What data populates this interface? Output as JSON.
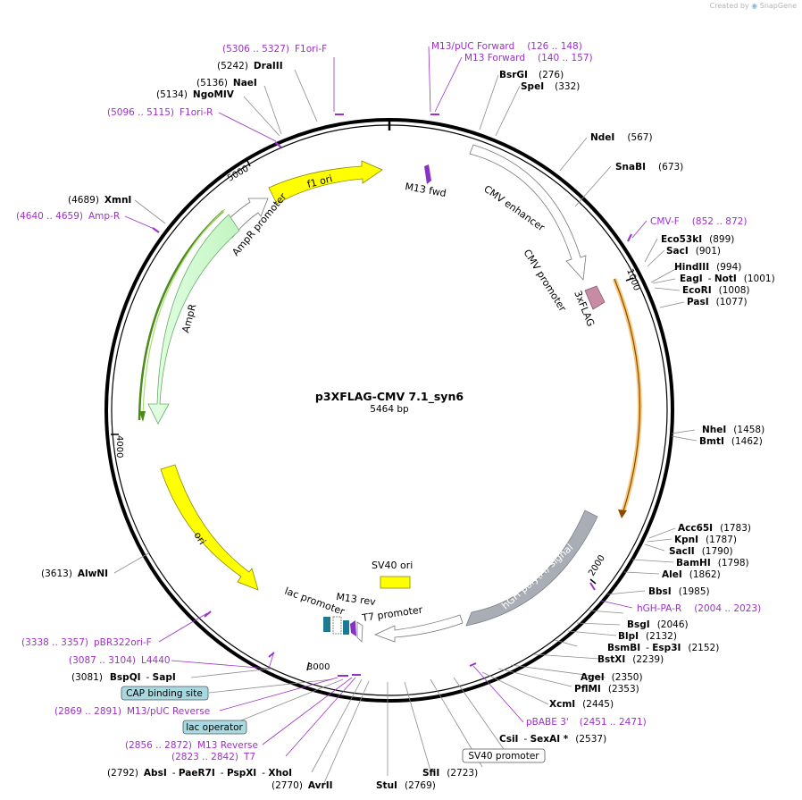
{
  "credit": {
    "prefix": "Created by",
    "brand": "SnapGene"
  },
  "plasmid": {
    "name": "p3XFLAG-CMV 7.1_syn6",
    "length": "5464 bp"
  },
  "ticks": [
    "1000",
    "2000",
    "3000",
    "4000",
    "5000"
  ],
  "features": [
    {
      "id": "f1ori",
      "label": "f1 ori",
      "color": "#ffff00"
    },
    {
      "id": "ampr-promoter",
      "label": "AmpR promoter",
      "color": "#ffffff"
    },
    {
      "id": "ampr",
      "label": "AmpR",
      "color": "#ccffcc"
    },
    {
      "id": "ori",
      "label": "ori",
      "color": "#ffff00"
    },
    {
      "id": "cmv-enhancer",
      "label": "CMV enhancer",
      "color": "#ffffff"
    },
    {
      "id": "cmv-promoter",
      "label": "CMV promoter",
      "color": "#ffffff"
    },
    {
      "id": "3xflag",
      "label": "3xFLAG",
      "color": "#c78ca3"
    },
    {
      "id": "hgh-polya",
      "label": "hGH poly(A) signal",
      "color": "#a9aeb6"
    },
    {
      "id": "t7-promoter",
      "label": "T7 promoter",
      "color": "#ffffff"
    },
    {
      "id": "sv40-ori",
      "label": "SV40 ori",
      "color": "#ffff00"
    },
    {
      "id": "lac-promoter",
      "label": "lac promoter",
      "color": "#ffffff"
    },
    {
      "id": "m13-rev",
      "label": "M13 rev",
      "color": "#8b2fc9"
    },
    {
      "id": "m13-fwd",
      "label": "M13 fwd",
      "color": "#8b2fc9"
    },
    {
      "id": "orf",
      "label": "",
      "color": "#f6c97c"
    }
  ],
  "sites": {
    "s5306": {
      "pos": "(5306 .. 5327)",
      "name": "F1ori-F"
    },
    "s5242": {
      "pos": "(5242)",
      "name": "DraIII"
    },
    "s5136": {
      "pos": "(5136)",
      "name": "NaeI"
    },
    "s5134": {
      "pos": "(5134)",
      "name": "NgoMIV"
    },
    "s5096": {
      "pos": "(5096 .. 5115)",
      "name": "F1ori-R"
    },
    "s4689": {
      "pos": "(4689)",
      "name": "XmnI"
    },
    "s4640": {
      "pos": "(4640 .. 4659)",
      "name": "Amp-R"
    },
    "s3613": {
      "pos": "(3613)",
      "name": "AlwNI"
    },
    "s3338": {
      "pos": "(3338 .. 3357)",
      "name": "pBR322ori-F"
    },
    "s3087": {
      "pos": "(3087 .. 3104)",
      "name": "L4440"
    },
    "s3081": {
      "pos": "(3081)",
      "name": "BspQI",
      "name2": "SapI"
    },
    "s2869": {
      "pos": "(2869 .. 2891)",
      "name": "M13/pUC Reverse"
    },
    "s2856": {
      "pos": "(2856 .. 2872)",
      "name": "M13 Reverse"
    },
    "s2823": {
      "pos": "(2823 .. 2842)",
      "name": "T7"
    },
    "s2792": {
      "pos": "(2792)",
      "name": "AbsI",
      "name2": "PaeR7I",
      "name3": "PspXI",
      "name4": "XhoI"
    },
    "s2770": {
      "pos": "(2770)",
      "name": "AvrII"
    },
    "s_stui": {
      "name": "StuI",
      "pos": "(2769)"
    },
    "s_sfii": {
      "name": "SfiI",
      "pos": "(2723)"
    },
    "s126": {
      "name": "M13/pUC Forward",
      "pos": "(126 .. 148)"
    },
    "s140": {
      "name": "M13 Forward",
      "pos": "(140 .. 157)"
    },
    "s276": {
      "name": "BsrGI",
      "pos": "(276)"
    },
    "s332": {
      "name": "SpeI",
      "pos": "(332)"
    },
    "s567": {
      "name": "NdeI",
      "pos": "(567)"
    },
    "s673": {
      "name": "SnaBI",
      "pos": "(673)"
    },
    "s852": {
      "name": "CMV-F",
      "pos": "(852 .. 872)"
    },
    "s899": {
      "name": "Eco53kI",
      "pos": "(899)"
    },
    "s901": {
      "name": "SacI",
      "pos": "(901)"
    },
    "s994": {
      "name": "HindIII",
      "pos": "(994)"
    },
    "s1001": {
      "name": "EagI",
      "name2": "NotI",
      "pos": "(1001)"
    },
    "s1008": {
      "name": "EcoRI",
      "pos": "(1008)"
    },
    "s1077": {
      "name": "PasI",
      "pos": "(1077)"
    },
    "s1458": {
      "name": "NheI",
      "pos": "(1458)"
    },
    "s1462": {
      "name": "BmtI",
      "pos": "(1462)"
    },
    "s1783": {
      "name": "Acc65I",
      "pos": "(1783)"
    },
    "s1787": {
      "name": "KpnI",
      "pos": "(1787)"
    },
    "s1790": {
      "name": "SacII",
      "pos": "(1790)"
    },
    "s1798": {
      "name": "BamHI",
      "pos": "(1798)"
    },
    "s1862": {
      "name": "AleI",
      "pos": "(1862)"
    },
    "s1985": {
      "name": "BbsI",
      "pos": "(1985)"
    },
    "s2004": {
      "name": "hGH-PA-R",
      "pos": "(2004 .. 2023)"
    },
    "s2046": {
      "name": "BsgI",
      "pos": "(2046)"
    },
    "s2132": {
      "name": "BlpI",
      "pos": "(2132)"
    },
    "s2152": {
      "name": "BsmBI",
      "name2": "Esp3I",
      "pos": "(2152)"
    },
    "s2239": {
      "name": "BstXI",
      "pos": "(2239)"
    },
    "s2350": {
      "name": "AgeI",
      "pos": "(2350)"
    },
    "s2353": {
      "name": "PflMI",
      "pos": "(2353)"
    },
    "s2445": {
      "name": "XcmI",
      "pos": "(2445)"
    },
    "s2451": {
      "name": "pBABE 3'",
      "pos": "(2451 .. 2471)"
    },
    "s2537": {
      "name": "CsiI",
      "name2": "SexAI *",
      "pos": "(2537)"
    }
  },
  "boxes": {
    "cap": "CAP binding site",
    "lacop": "lac operator",
    "sv40prom": "SV40 promoter"
  },
  "colors": {
    "primer": "#9b30c8",
    "boxfill": "#a8d8e0",
    "connector": "#8c8c8c",
    "backbone": "#000000"
  }
}
